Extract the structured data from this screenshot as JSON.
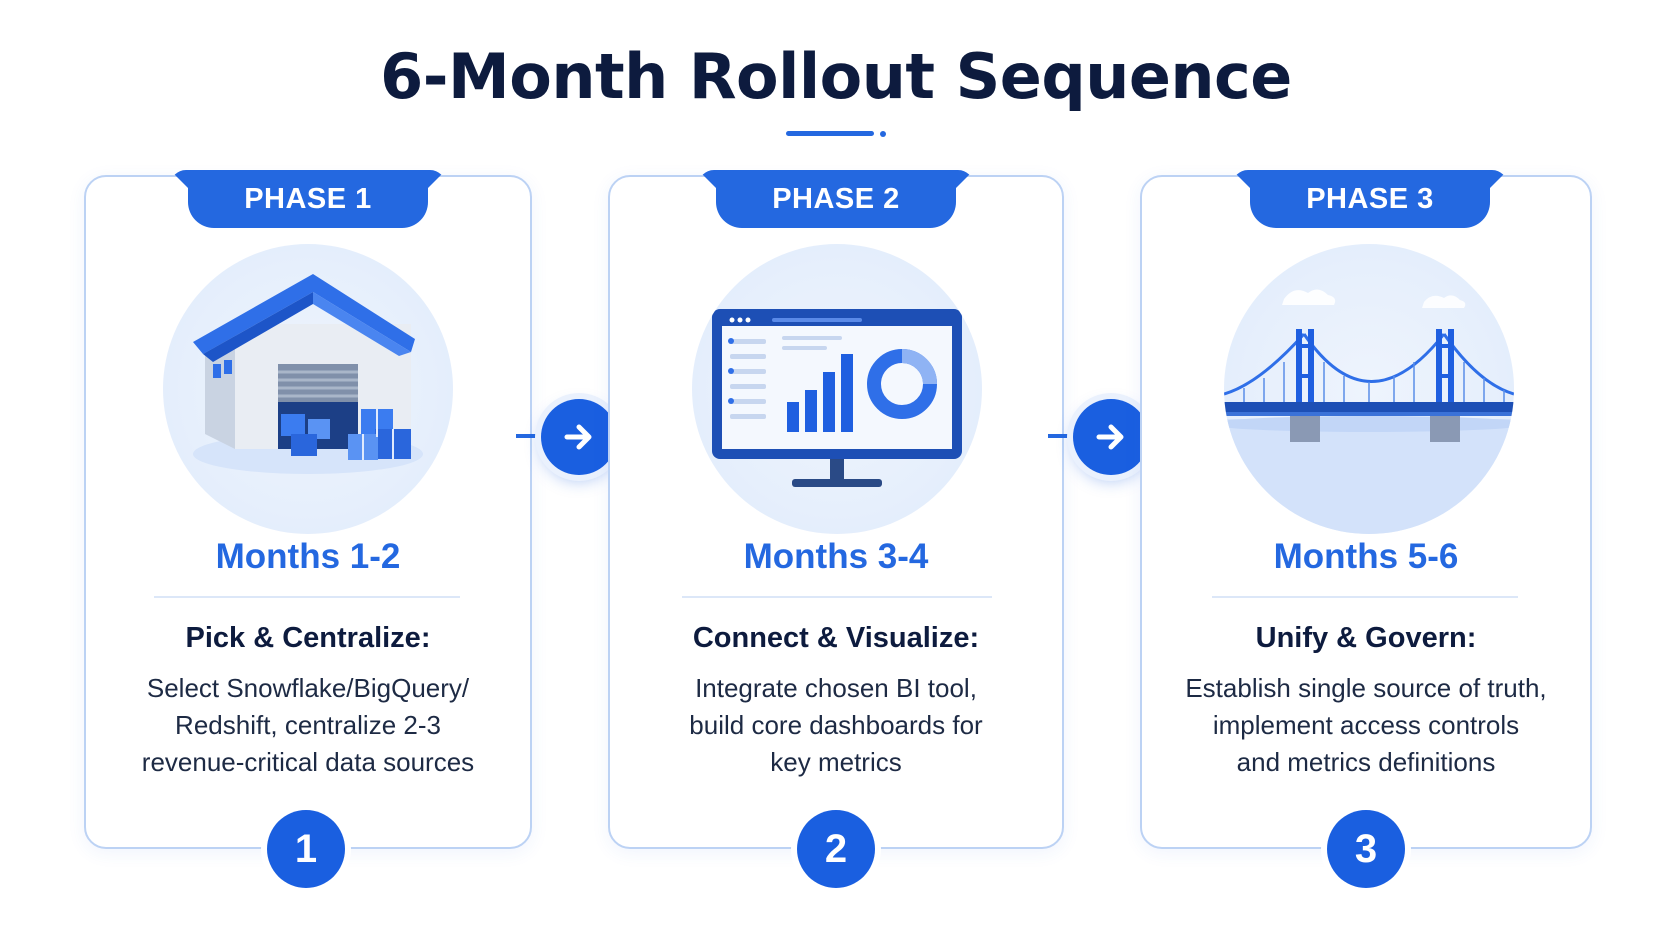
{
  "title": "6-Month Rollout Sequence",
  "colors": {
    "accent": "#2468e0",
    "dark_text": "#0d1b3e",
    "card_border": "#bcd2f4"
  },
  "phases": [
    {
      "tab": "PHASE 1",
      "icon": "warehouse-icon",
      "months": "Months 1-2",
      "heading": "Pick & Centralize:",
      "desc_lines": [
        "Select Snowflake/BigQuery/",
        "Redshift, centralize 2-3",
        "revenue-critical data sources"
      ],
      "number": "1"
    },
    {
      "tab": "PHASE 2",
      "icon": "dashboard-monitor-icon",
      "months": "Months 3-4",
      "heading": "Connect & Visualize:",
      "desc_lines": [
        "Integrate chosen BI tool,",
        "build core dashboards for",
        "key metrics"
      ],
      "number": "2"
    },
    {
      "tab": "PHASE 3",
      "icon": "bridge-icon",
      "months": "Months 5-6",
      "heading": "Unify & Govern:",
      "desc_lines": [
        "Establish single source of truth,",
        "implement access controls",
        "and metrics definitions"
      ],
      "number": "3"
    }
  ],
  "connectors": [
    {
      "icon": "arrow-right-icon"
    },
    {
      "icon": "arrow-right-icon"
    }
  ]
}
